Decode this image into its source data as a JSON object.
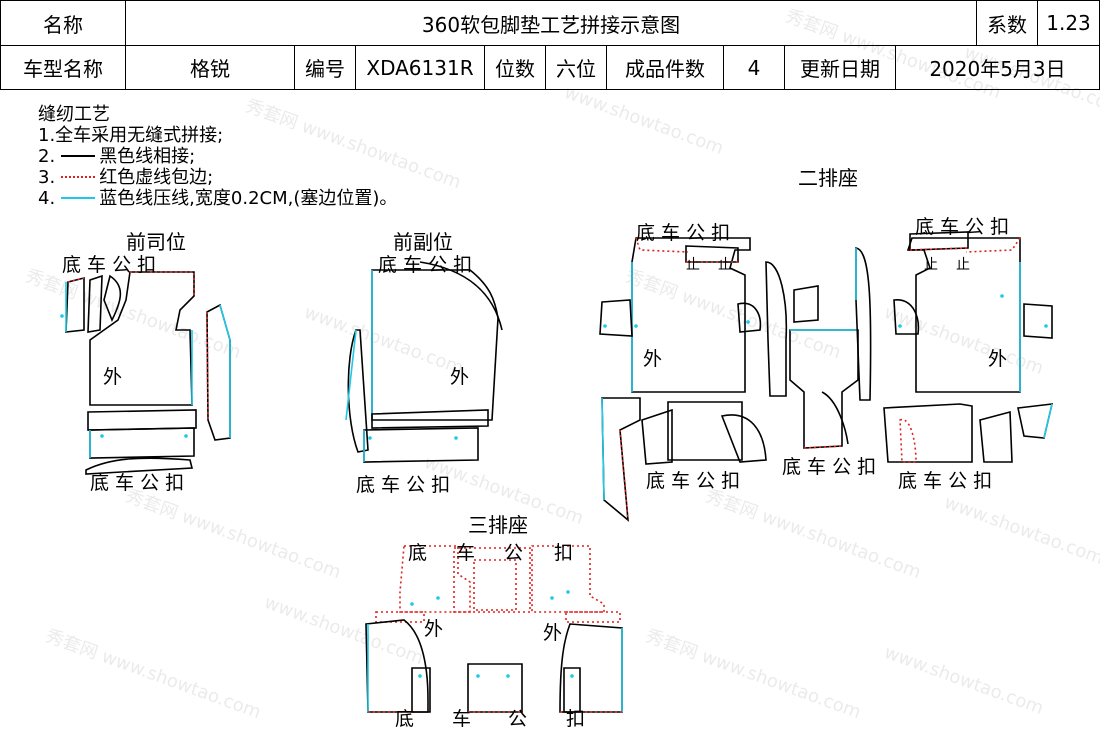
{
  "header": {
    "name_label": "名称",
    "title": "360软包脚垫工艺拼接示意图",
    "coef_label": "系数",
    "coef_value": "1.23",
    "model_label": "车型名称",
    "model_value": "格锐",
    "code_label": "编号",
    "code_value": "XDA6131R",
    "seat_label": "位数",
    "seat_value": "六位",
    "pieces_label": "成品件数",
    "pieces_value": "4",
    "date_label": "更新日期",
    "date_value": "2020年5月3日"
  },
  "notes": {
    "heading": "缝纫工艺",
    "item1": "1.全车采用无缝式拼接;",
    "item2_prefix": "2.",
    "item2_text": "黑色线相接;",
    "item3_prefix": "3.",
    "item3_text": "红色虚线包边;",
    "item4_prefix": "4.",
    "item4_text": "蓝色线压线,宽度0.2CM,(塞边位置)。"
  },
  "sections": {
    "front_driver": "前司位",
    "front_passenger": "前副位",
    "second_row": "二排座",
    "third_row": "三排座"
  },
  "labels": {
    "bottom_clip": "底 车 公 扣",
    "outer": "外",
    "stop": "止"
  },
  "third_row_clip_chars": [
    "底",
    "车",
    "公",
    "扣"
  ],
  "watermark": {
    "cn": "秀套网",
    "url": "www.showtao.com"
  },
  "colors": {
    "black_line": "#000000",
    "red_dashed": "#e0201c",
    "blue_line": "#1ec8e8"
  }
}
